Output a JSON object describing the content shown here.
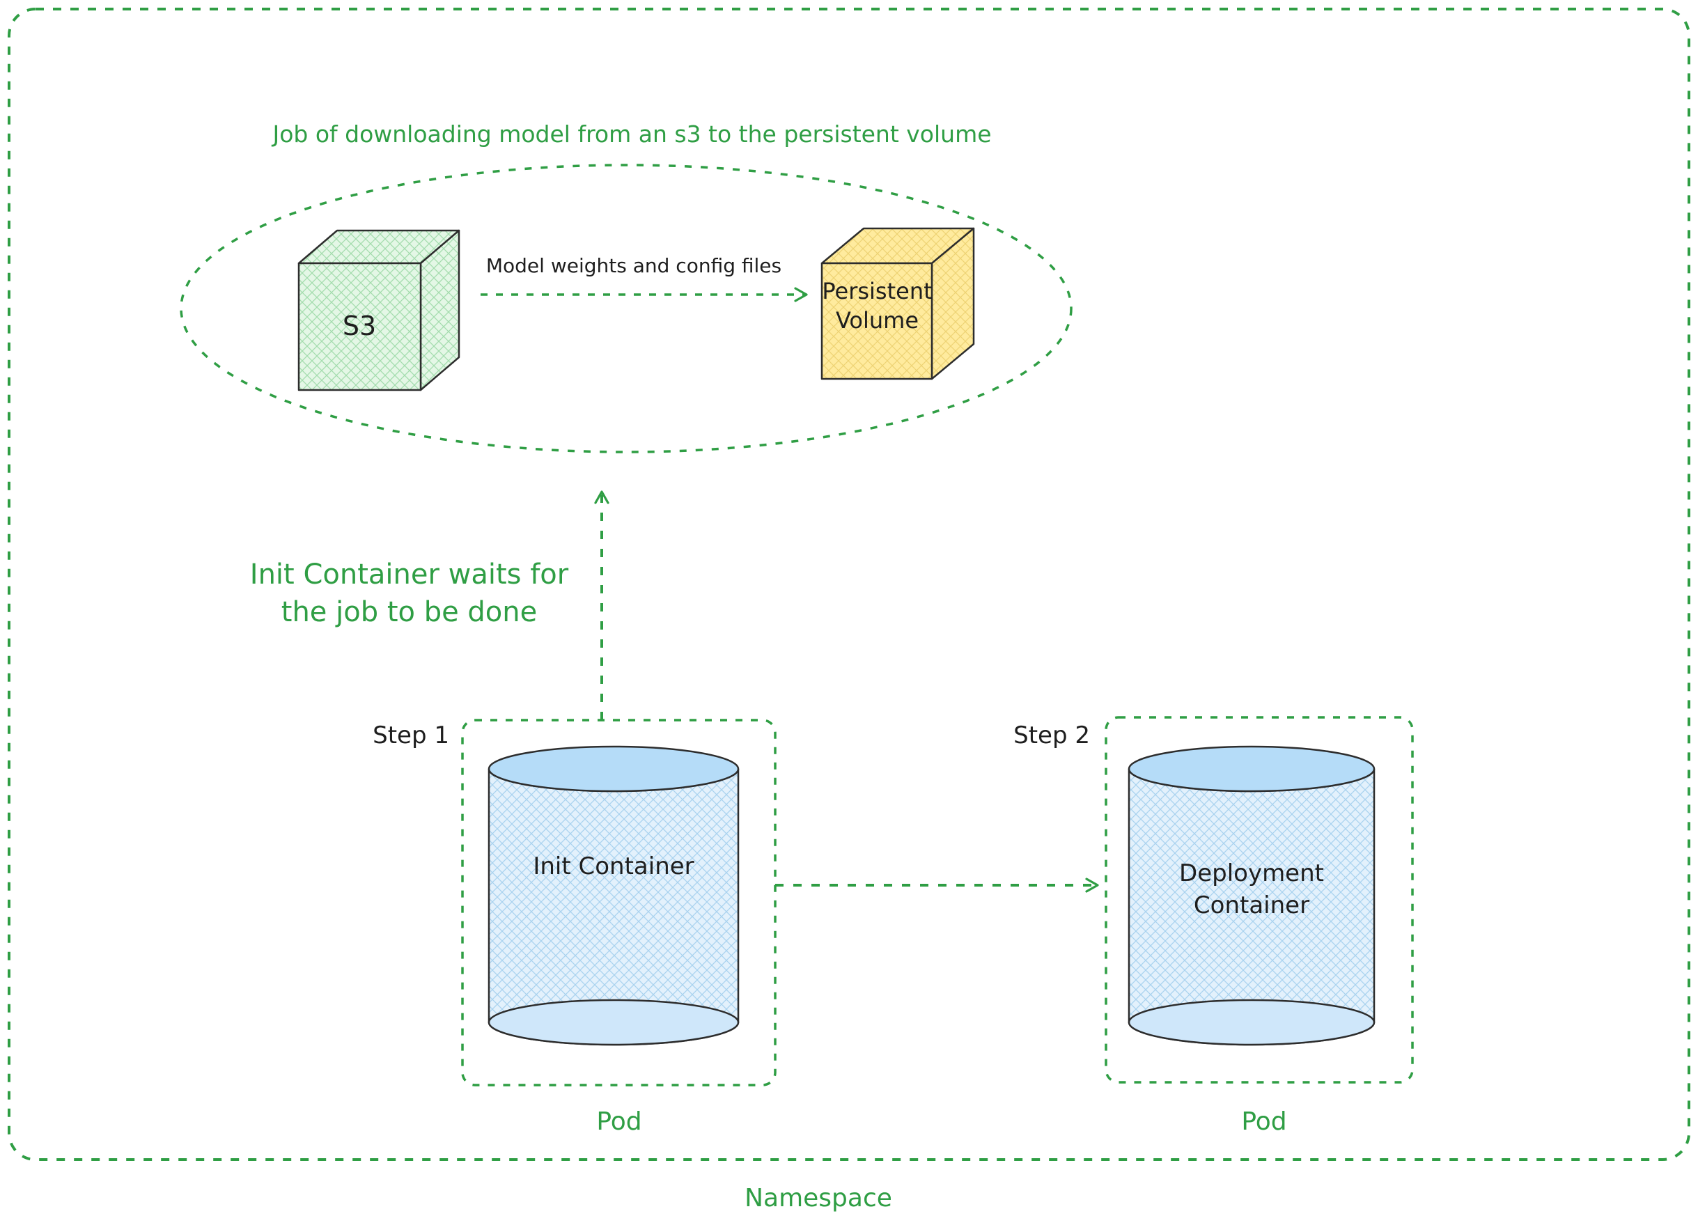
{
  "colors": {
    "green": "#2f9e44",
    "ink": "#1e1e1e",
    "s3_fill": "#b2f2bb",
    "pv_fill": "#ffec99",
    "cylinder_fill": "#a5d8ff"
  },
  "namespace": {
    "label": "Namespace"
  },
  "job_group": {
    "title": "Job of downloading model from an s3 to the persistent volume",
    "s3_label": "S3",
    "arrow_label": "Model weights and config files",
    "pv_label": [
      "Persistent",
      "Volume"
    ]
  },
  "wait_note": [
    "Init Container waits for",
    "the job to be done"
  ],
  "pods": [
    {
      "step_label": "Step 1",
      "container_label": [
        "Init Container"
      ],
      "pod_label": "Pod"
    },
    {
      "step_label": "Step 2",
      "container_label": [
        "Deployment",
        "Container"
      ],
      "pod_label": "Pod"
    }
  ]
}
